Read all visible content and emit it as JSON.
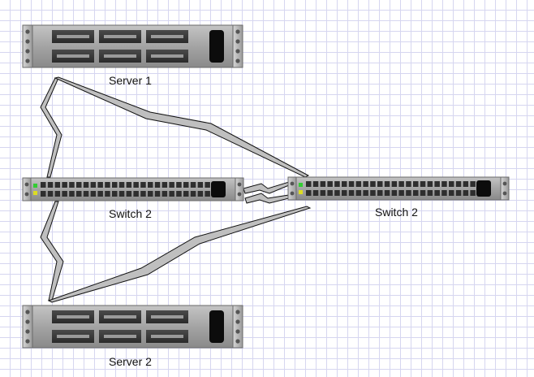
{
  "nodes": [
    {
      "id": "server-1",
      "kind": "server",
      "label": "Server 1"
    },
    {
      "id": "switch-left",
      "kind": "switch",
      "label": "Switch 2"
    },
    {
      "id": "switch-right",
      "kind": "switch",
      "label": "Switch 2"
    },
    {
      "id": "server-2",
      "kind": "server",
      "label": "Server 2"
    }
  ],
  "links": [
    {
      "from": "server-1",
      "to": "switch-left"
    },
    {
      "from": "server-1",
      "to": "switch-right"
    },
    {
      "from": "switch-left",
      "to": "switch-right"
    },
    {
      "from": "switch-left",
      "to": "server-2"
    },
    {
      "from": "server-2",
      "to": "switch-right"
    }
  ],
  "colors": {
    "grid": "#d6d6f0",
    "chassis": "#a9a9a9",
    "port": "#2e2e2e",
    "led_green": "#33cc33",
    "led_yellow": "#dddd22"
  }
}
